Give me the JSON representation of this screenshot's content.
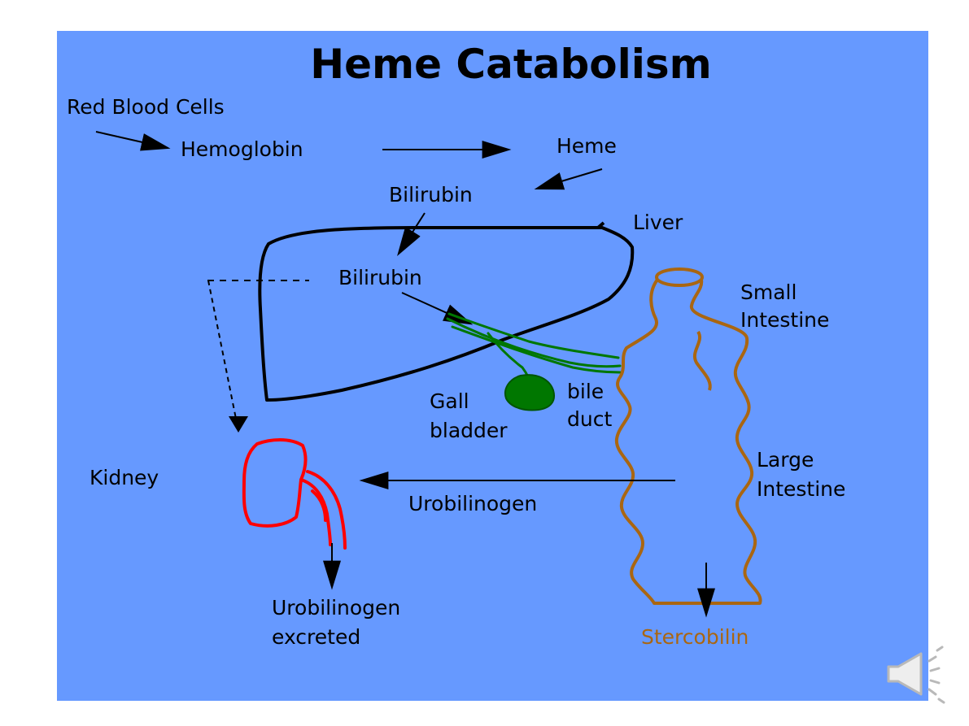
{
  "title": "Heme Catabolism",
  "labels": {
    "red_blood_cells": "Red Blood Cells",
    "hemoglobin": "Hemoglobin",
    "heme": "Heme",
    "bilirubin_top": "Bilirubin",
    "liver": "Liver",
    "bilirubin_liver": "Bilirubin",
    "small_intestine": [
      "Small",
      "Intestine"
    ],
    "gall_bladder": [
      "Gall",
      "bladder"
    ],
    "bile_duct": [
      "bile",
      "duct"
    ],
    "kidney": "Kidney",
    "large_intestine": [
      "Large",
      "Intestine"
    ],
    "urobilinogen": "Urobilinogen",
    "urobilinogen_excreted": [
      "Urobilinogen",
      "excreted"
    ],
    "stercobilin": "Stercobilin"
  },
  "colors": {
    "background": "#6699ff",
    "liver": "#000000",
    "bile": "#007700",
    "intestine": "#aa6611",
    "kidney": "#ff0000",
    "stercobilin_text": "#aa6611"
  },
  "icons": {
    "speaker": "speaker-icon"
  }
}
